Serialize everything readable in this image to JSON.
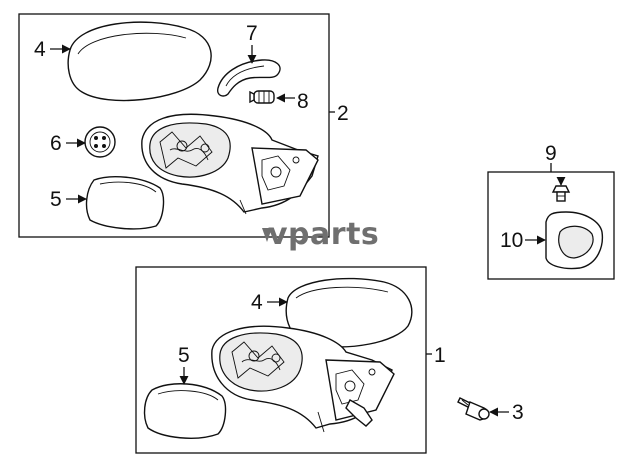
{
  "watermark": "vparts",
  "callouts": {
    "upper_cover": "4",
    "upper_garnish": "7",
    "upper_lamp": "8",
    "upper_assembly": "2",
    "upper_motor": "6",
    "upper_glass": "5",
    "side_kit": "9",
    "side_cover": "10",
    "lower_cover": "4",
    "lower_assembly": "1",
    "lower_glass": "5",
    "bolt": "3"
  }
}
